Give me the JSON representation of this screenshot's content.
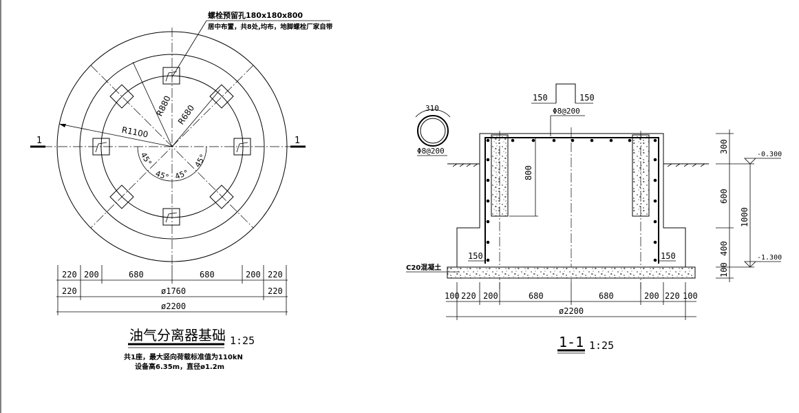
{
  "plan": {
    "note_line1": "螺栓预留孔180x180x800",
    "note_line2": "居中布置，共8处,均布，地脚螺栓厂家自带",
    "r1100": "R1100",
    "r880": "R880",
    "r680": "R680",
    "angle": "45°",
    "section_mark": "1",
    "dims_row1": [
      "220",
      "200",
      "680",
      "680",
      "200",
      "220"
    ],
    "dims_row2": [
      "220",
      "ø1760",
      "220"
    ],
    "dims_row3": "ø2200",
    "title": "油气分离器基础",
    "scale": "1:25",
    "desc_line1": "共1座，最大竖向荷载标准值为110kN",
    "desc_line2": "设备高6.35m，直径ø1.2m"
  },
  "section": {
    "top_dim_left": "150",
    "top_dim_right": "150",
    "rebar_top": "Φ8@200",
    "ring_dim": "310",
    "ring_rebar": "Φ8@200",
    "depth_800": "800",
    "left_150": "150",
    "right_150": "150",
    "c20_label": "C20混凝土",
    "elev_top": "-0.300",
    "elev_bot": "-1.300",
    "side_dims": [
      "300",
      "600",
      "400",
      "100"
    ],
    "side_total": "1000",
    "bottom_dims": [
      "100",
      "220",
      "200",
      "680",
      "680",
      "200",
      "220",
      "100"
    ],
    "bottom_total": "ø2200",
    "title": "1-1",
    "scale": "1:25"
  }
}
